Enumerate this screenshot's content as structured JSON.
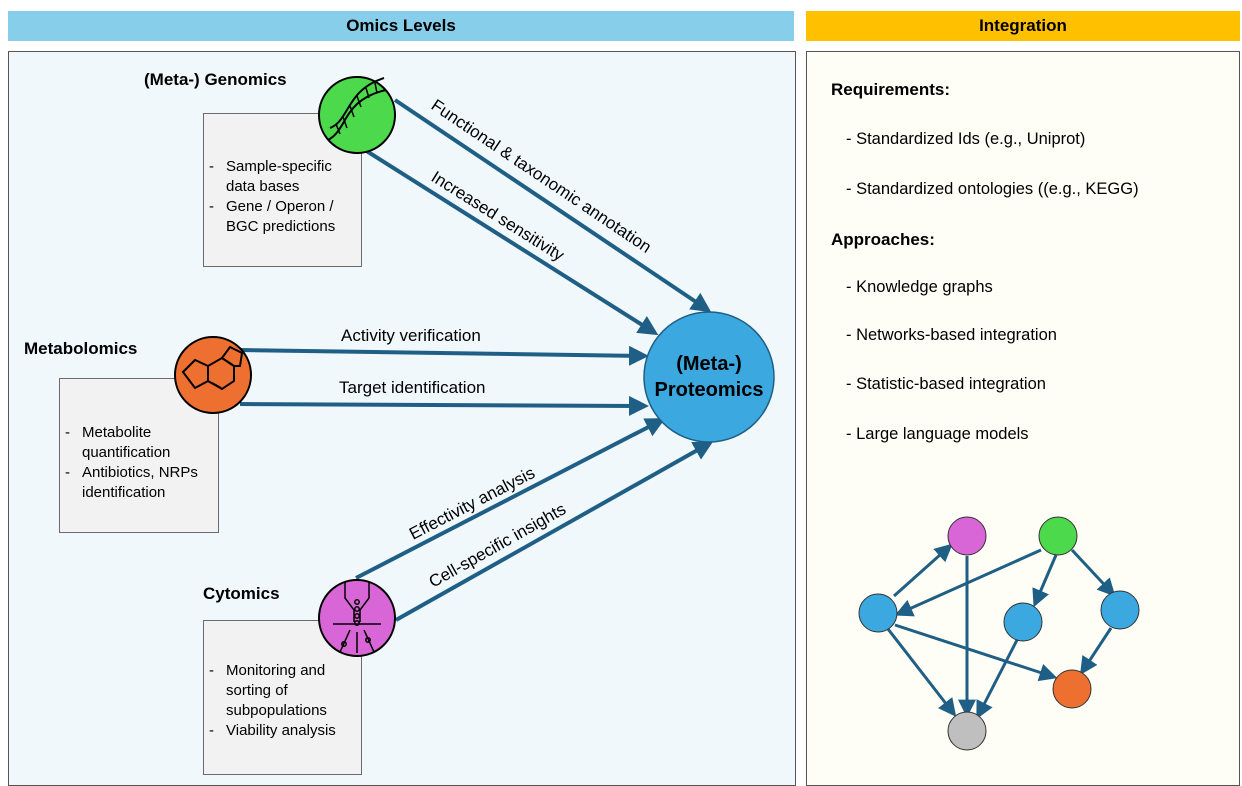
{
  "headers": {
    "left": "Omics Levels",
    "right": "Integration"
  },
  "omics": {
    "genomics": {
      "title": "(Meta-) Genomics",
      "items": [
        "Sample-specific data bases",
        "Gene / Operon / BGC predictions"
      ]
    },
    "metabolomics": {
      "title": "Metabolomics",
      "items": [
        "Metabolite quantification",
        "Antibiotics, NRPs identification"
      ]
    },
    "cytomics": {
      "title": "Cytomics",
      "items": [
        "Monitoring and sorting of subpopulations",
        "Viability analysis"
      ]
    }
  },
  "center": {
    "line1": "(Meta-)",
    "line2": "Proteomics"
  },
  "arrows": {
    "functional": "Functional & taxonomic annotation",
    "sensitivity": "Increased sensitivity",
    "activity": "Activity verification",
    "target": "Target identification",
    "effectivity": "Effectivity analysis",
    "cell": "Cell-specific insights"
  },
  "integration": {
    "requirements_title": "Requirements:",
    "requirements": [
      "Standardized Ids (e.g., Uniprot)",
      "Standardized ontologies ((e.g., KEGG)"
    ],
    "approaches_title": "Approaches:",
    "approaches": [
      "Knowledge graphs",
      "Networks-based integration",
      "Statistic-based integration",
      "Large language models"
    ]
  },
  "colors": {
    "header_left": "#87CEEB",
    "header_right": "#FFC000",
    "arrow": "#1F5F85",
    "genomics": "#4CD94C",
    "metabolomics": "#ED7031",
    "cytomics": "#D966D6",
    "proteomics": "#3BA9DF",
    "graph_gray": "#BFBFBF"
  }
}
